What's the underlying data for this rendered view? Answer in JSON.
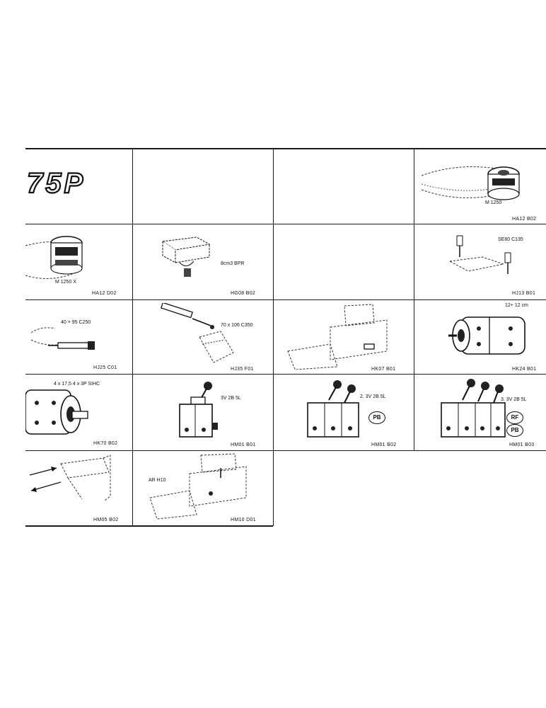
{
  "logo": {
    "text": "75P"
  },
  "cells": [
    {
      "id": "r1c4",
      "spec": "M 1250",
      "code": "HA12 B02",
      "art": "wheel-pulley-icon"
    },
    {
      "id": "r2c1",
      "spec": "M 1250 X",
      "code": "HA12 D02",
      "art": "wheel-pulley-icon"
    },
    {
      "id": "r2c2",
      "spec": "8cm3 BPR",
      "code": "HG08 B02",
      "art": "pump-unit-icon"
    },
    {
      "id": "r2c4",
      "spec": "SE80 C135",
      "code": "HJ13 B01",
      "art": "lever-valve-icon"
    },
    {
      "id": "r3c1",
      "spec": "40 × 95 C250",
      "code": "HJ25 C01",
      "art": "hydraulic-cylinder-icon"
    },
    {
      "id": "r3c2",
      "spec": "70 x 106 C350",
      "code": "HJ35 F01",
      "art": "cylinder-blade-icon"
    },
    {
      "id": "r3c3",
      "spec": "",
      "code": "HK07 B01",
      "art": "machine-frame-icon"
    },
    {
      "id": "r3c4",
      "spec": "12+ 12 cm",
      "code": "HK24 B01",
      "art": "gear-pump-icon"
    },
    {
      "id": "r4c1",
      "spec": "4 x 17,5  4 x 3P SIHC",
      "code": "HK70 B02",
      "art": "gear-pump-icon"
    },
    {
      "id": "r4c2",
      "spec": "3V 2B 5L",
      "code": "HM01 B01",
      "art": "control-valve-icon"
    },
    {
      "id": "r4c3",
      "spec": "2. 3V 2B 5L",
      "code": "HM01 B02",
      "art": "control-valve-icon",
      "badges": [
        "PB"
      ]
    },
    {
      "id": "r4c4",
      "spec": "3. 3V 2B 5L",
      "code": "HM01 B03",
      "art": "control-valve-icon",
      "badges": [
        "RF",
        "PB"
      ]
    },
    {
      "id": "r5c1",
      "spec": "",
      "code": "HM05 B02",
      "art": "linkage-arrow-icon"
    },
    {
      "id": "r5c2",
      "spec": "AR H10",
      "code": "HM10 D01",
      "art": "machine-frame-icon"
    }
  ]
}
